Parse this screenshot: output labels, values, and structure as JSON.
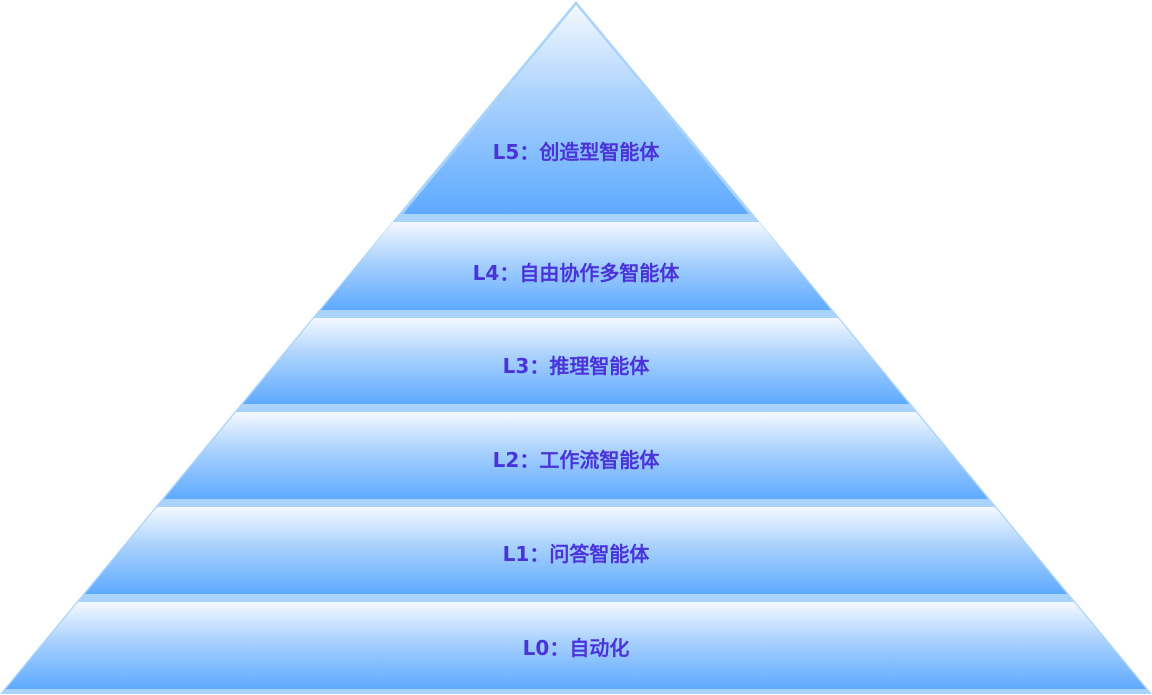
{
  "diagram": {
    "type": "pyramid",
    "colors": {
      "outline": "#a9d3fb",
      "gradient_top": "#f4f9ff",
      "gradient_bottom": "#5eaaff",
      "text": "#4a33d9",
      "background": "#ffffff"
    },
    "layers": [
      {
        "level": "L5",
        "label": "L5：创造型智能体"
      },
      {
        "level": "L4",
        "label": "L4：自由协作多智能体"
      },
      {
        "level": "L3",
        "label": "L3：推理智能体"
      },
      {
        "level": "L2",
        "label": "L2：工作流智能体"
      },
      {
        "level": "L1",
        "label": "L1：问答智能体"
      },
      {
        "level": "L0",
        "label": "L0：自动化"
      }
    ]
  }
}
